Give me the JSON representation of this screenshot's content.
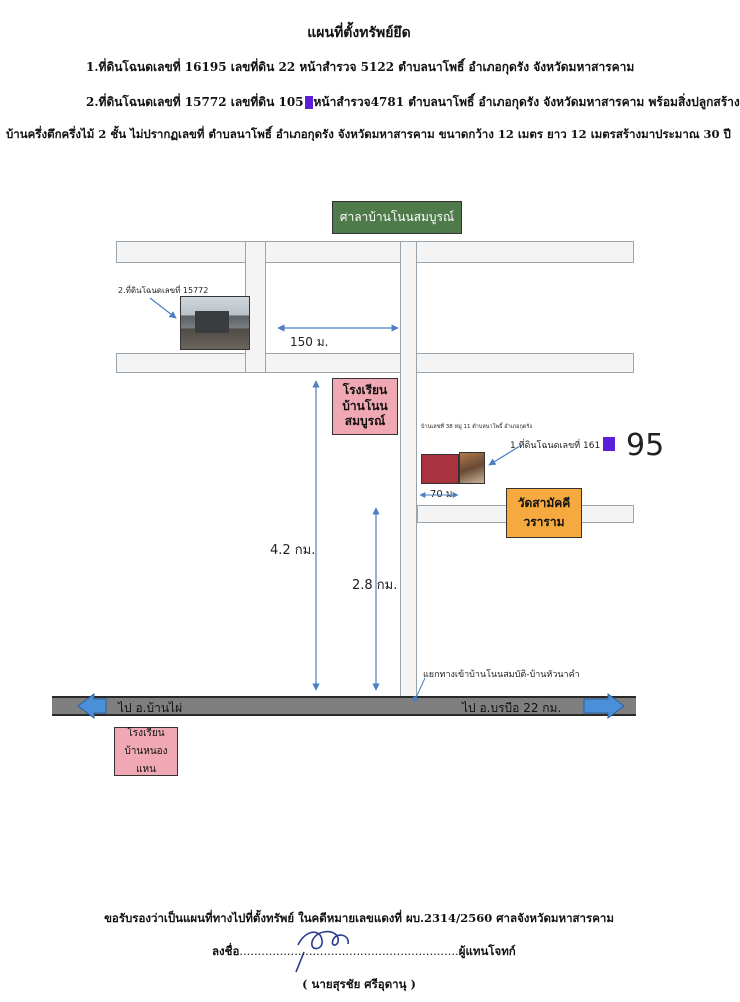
{
  "header": {
    "title": "แผนที่ตั้งทรัพย์ยึด",
    "line1": "1.ที่ดินโฉนดเลขที่ 16195 เลขที่ดิน 22 หน้าสำรวจ 5122  ตำบลนาโพธิ์ อำเภอกุดรัง จังหวัดมหาสารคาม",
    "line2_a": "2.ที่ดินโฉนดเลขที่ 15772 เลขที่ดิน 105",
    "line2_b": "หน้าสำรวจ4781  ตำบลนาโพธิ์ อำเภอกุดรัง จังหวัดมหาสารคาม พร้อมสิ่งปลูกสร้าง",
    "line3": "บ้านครึ่งตึกครึ่งไม้ 2 ชั้น ไม่ปรากฏเลขที่  ตำบลนาโพธิ์ อำเภอกุดรัง จังหวัดมหาสารคาม ขนาดกว้าง 12 เมตร ยาว 12 เมตรสร้างมาประมาณ 30 ปี"
  },
  "map": {
    "hall_label": "ศาลาบ้านโนนสมบูรณ์",
    "parcel2_label": "2.ที่ดินโฉนดเลขที่ 15772",
    "dist_150": "150 ม.",
    "school_label": "โรงเรียน\nบ้านโนน\nสมบูรณ์",
    "house_address": "บ้านเลขที่ 38 หมู่ 11 ตำบลนาโพธิ์ อำเภอกุดรัง",
    "parcel1_label": "1.ที่ดินโฉนดเลขที่ 161",
    "handwritten_note": "95",
    "dist_70": "70 ม.",
    "temple_label": "วัดสามัคคี\nวราราม",
    "dist_42": "4.2 กม.",
    "dist_28": "2.8 กม.",
    "junction_label": "แยกทางเข้าบ้านโนนสมบัติ-บ้านหัวนาคำ",
    "to_left": "ไป อ.บ้านไผ่",
    "to_right": "ไป อ.บรบือ 22 กม.",
    "school2_label": "โรงเรียน\nบ้านหนองแหน"
  },
  "footer": {
    "certify": "ขอรับรองว่าเป็นแผนที่ทางไปที่ตั้งทรัพย์ ในคดีหมายเลขแดงที่ ผบ.2314/2560 ศาลจังหวัดมหาสารคาม",
    "sign_prefix": "ลงชื่อ",
    "sign_dots": "............................................................",
    "sign_suffix": "ผู้แทนโจทก์",
    "signer_name": "( นายสุรชัย ศรีอุดานุ )"
  },
  "colors": {
    "hall": "#4f7a4a",
    "school": "#f0a8b4",
    "temple": "#f5a93e",
    "highway": "#7f7f7f",
    "arrow": "#4a90d9",
    "redaction": "#5a1fd6"
  }
}
